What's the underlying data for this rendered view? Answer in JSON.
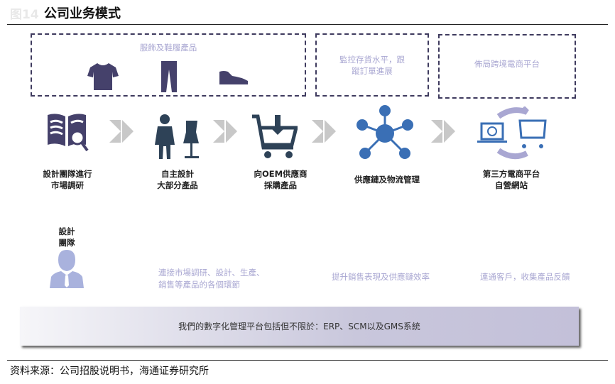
{
  "figure_number": "图14",
  "title": "公司业务模式",
  "top_boxes": [
    "服飾及鞋履產品",
    "監控存貨水平，跟蹤訂單進展",
    "佈局跨境電商平台"
  ],
  "steps": [
    {
      "label1": "設計團隊進行",
      "label2": "市場調研",
      "icon": "book-magnifier-icon"
    },
    {
      "label1": "自主設計",
      "label2": "大部分產品",
      "icon": "designer-mannequin-icon"
    },
    {
      "label1": "向OEM供應商",
      "label2": "採購產品",
      "icon": "cart-download-icon"
    },
    {
      "label1": "供應鏈及物流管理",
      "label2": "",
      "icon": "network-icon"
    },
    {
      "label1": "第三方電商平台",
      "label2": "自營網站",
      "icon": "laptop-cart-cycle-icon"
    }
  ],
  "team": {
    "label1": "設計",
    "label2": "團隊"
  },
  "descriptions": [
    {
      "line1": "連接市場調研、設計、生產、",
      "line2": "銷售等產品的各個環節"
    },
    {
      "line1": "提升銷售表現及供應鏈效率",
      "line2": ""
    },
    {
      "line1": "連通客戶，收集產品反饋",
      "line2": ""
    }
  ],
  "platform_text": "我們的數字化管理平台包括但不限於：ERP、SCM以及GMS系統",
  "source": "资料来源：公司招股说明书，海通证券研究所",
  "colors": {
    "icon_dark": "#2e4257",
    "icon_purple": "#45416b",
    "icon_blue": "#3a6fb5",
    "light_purple": "#a9a7d2"
  }
}
